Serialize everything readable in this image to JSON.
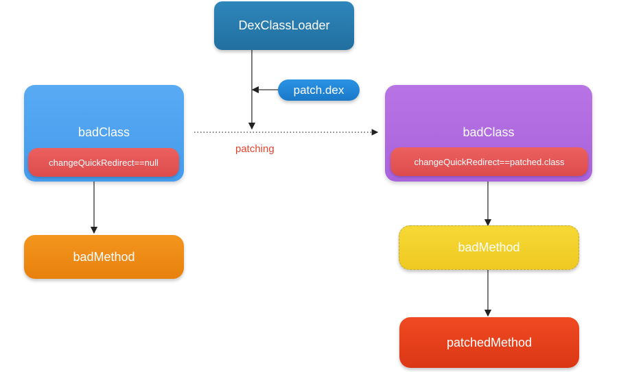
{
  "loader": {
    "label": "DexClassLoader"
  },
  "patch_file": {
    "label": "patch.dex"
  },
  "edge_label": "patching",
  "left": {
    "class_label": "badClass",
    "redirect_label": "changeQuickRedirect==null",
    "method_label": "badMethod"
  },
  "right": {
    "class_label": "badClass",
    "redirect_label": "changeQuickRedirect==patched.class",
    "method_label": "badMethod",
    "patched_method_label": "patchedMethod"
  },
  "colors": {
    "loader": "#2a7fb0",
    "patch_file": "#1f86d8",
    "left_class": "#4fa3f0",
    "right_class": "#b26de0",
    "redirect": "#e45656",
    "bad_method_left": "#f08a12",
    "bad_method_right": "#f4d22e",
    "patched_method": "#e6401d"
  }
}
